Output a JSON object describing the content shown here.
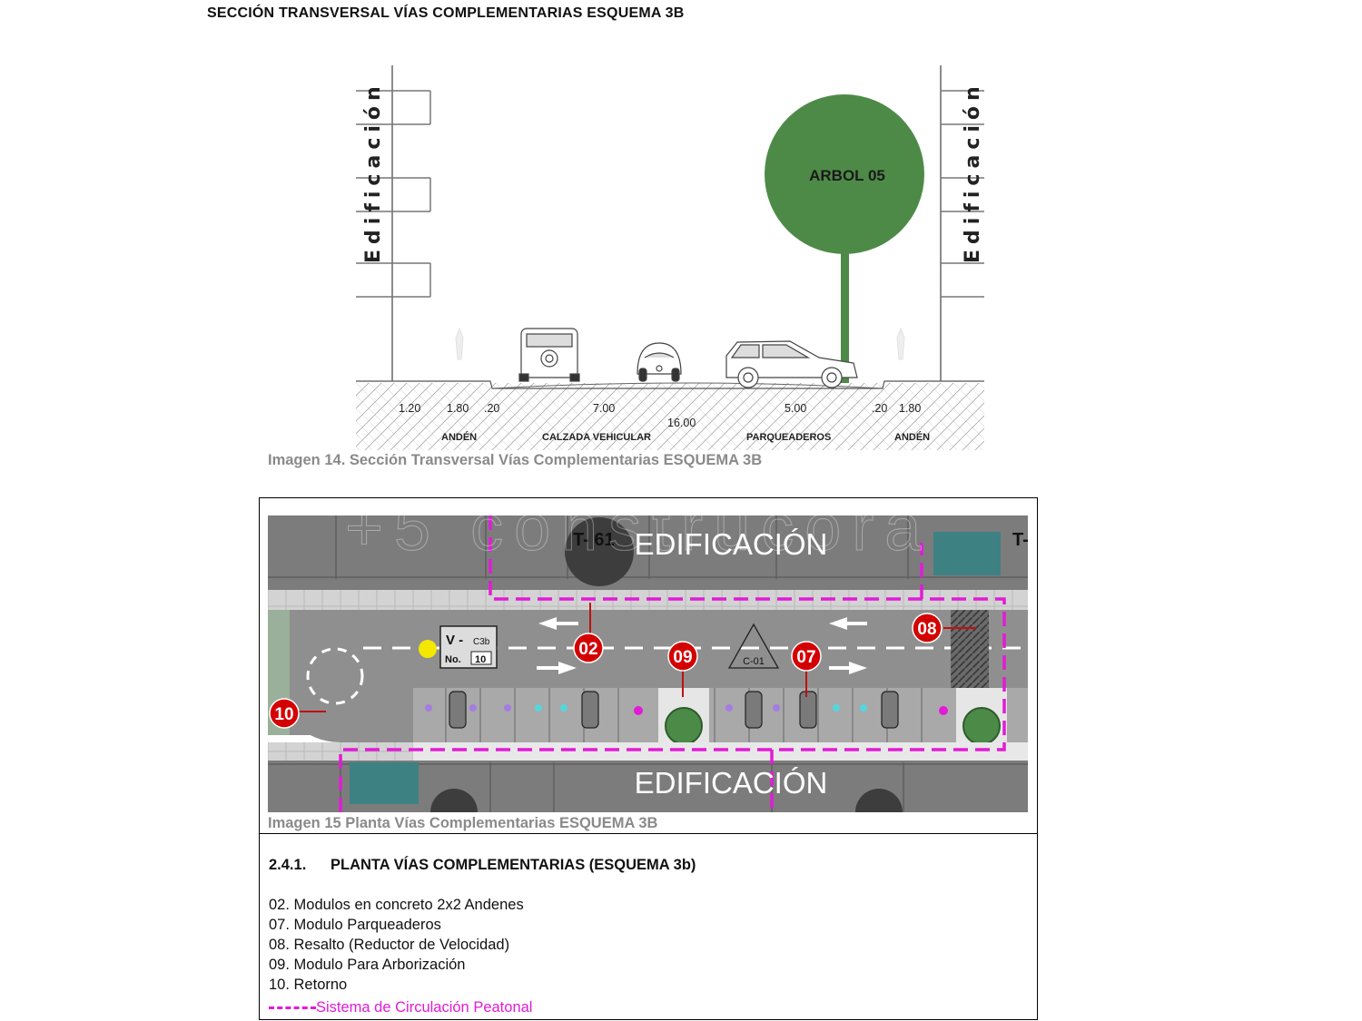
{
  "document": {
    "page_title": "SECCIÓN TRANSVERSAL VÍAS COMPLEMENTARIAS ESQUEMA  3B"
  },
  "section": {
    "left_building_label": "Edificación",
    "right_building_label": "Edificación",
    "tree_label": "ARBOL 05",
    "dimensions": [
      ".20",
      "7.00",
      "5.00",
      ".20",
      "1.80"
    ],
    "dimensions_left": [
      "1.20",
      "1.80"
    ],
    "total_dimension": "16.00",
    "zones": [
      "ANDÉN",
      "CALZADA VEHICULAR",
      "PARQUEADEROS",
      "ANDÉN"
    ],
    "caption": "Imagen 14. Sección Transversal Vías Complementarias ESQUEMA  3B"
  },
  "plan": {
    "top_building_label": "EDIFICACIÓN",
    "bottom_building_label": "EDIFICACIÓN",
    "tower_label": "T- 61",
    "tower_label_right": "T-",
    "road_sign_prefix": "V -",
    "road_sign_sub": "C3b",
    "road_sign_no_label": "No.",
    "road_sign_no_value": "10",
    "triangle_label": "C-01",
    "markers": [
      "02",
      "07",
      "08",
      "09",
      "10"
    ],
    "watermark": "+5 construcora",
    "caption": "Imagen 15 Planta Vías Complementarias ESQUEMA  3B",
    "path_color": "#e21bd6"
  },
  "legend": {
    "section_number": "2.4.1.",
    "section_title": "PLANTA VÍAS COMPLEMENTARIAS (ESQUEMA  3b)",
    "items": [
      "02. Modulos en concreto 2x2 Andenes",
      "07. Modulo Parqueaderos",
      "08. Resalto (Reductor de Velocidad)",
      "09. Modulo Para Arborización",
      "10. Retorno"
    ],
    "pedestrian_system": "Sistema de Circulación Peatonal"
  }
}
